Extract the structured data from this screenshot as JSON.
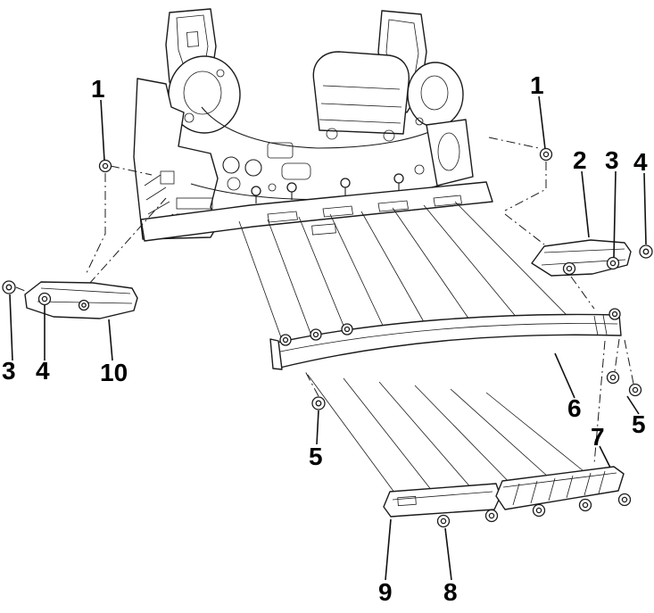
{
  "diagram": {
    "kind": "exploded-parts-assembly-diagram",
    "background_color": "#ffffff",
    "line_color": "#1b1b1b"
  },
  "callouts": [
    {
      "id": "1-left",
      "label": "1"
    },
    {
      "id": "1-right",
      "label": "1"
    },
    {
      "id": "2",
      "label": "2"
    },
    {
      "id": "3-right",
      "label": "3"
    },
    {
      "id": "4-right",
      "label": "4"
    },
    {
      "id": "3-left",
      "label": "3"
    },
    {
      "id": "4-left",
      "label": "4"
    },
    {
      "id": "10",
      "label": "10"
    },
    {
      "id": "6",
      "label": "6"
    },
    {
      "id": "5-right",
      "label": "5"
    },
    {
      "id": "5-center",
      "label": "5"
    },
    {
      "id": "7",
      "label": "7"
    },
    {
      "id": "9",
      "label": "9"
    },
    {
      "id": "8",
      "label": "8"
    }
  ]
}
